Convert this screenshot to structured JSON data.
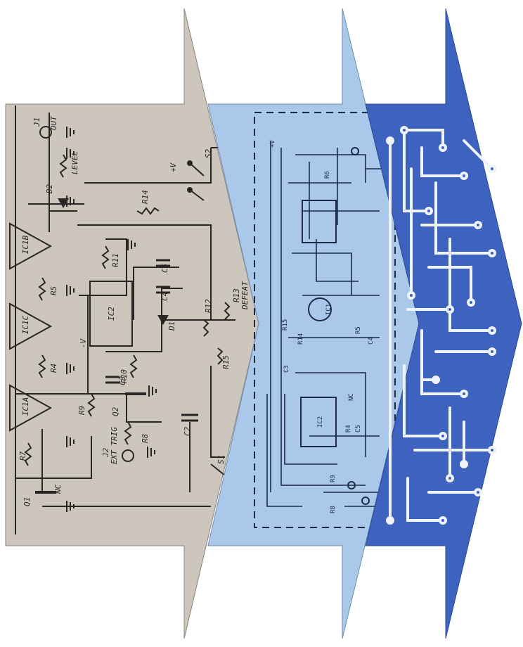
{
  "colors": {
    "paper": "#ffffff",
    "schematic_bg": "#cdc6bc",
    "schematic_ink": "#2a2626",
    "layout_bg": "#a9c8ea",
    "layout_ink": "#1d2b45",
    "pcb_bg": "#3d63bf",
    "pcb_trace": "#eef3ff"
  },
  "schematic": {
    "parts": {
      "ic1a": "IC1A",
      "ic1b": "IC1B",
      "ic1c": "IC1C",
      "ic2": "IC2",
      "d1": "D1",
      "d2": "D2",
      "r4": "R4",
      "r5": "R5",
      "r7": "R7",
      "r8": "R8",
      "r9": "R9",
      "r10": "R10",
      "r11": "R11",
      "r12": "R12",
      "r13": "R13",
      "r14": "R14",
      "r15": "R15",
      "c2": "C2",
      "c3": "C3",
      "c4": "C4",
      "c5": "C5",
      "q1": "Q1",
      "q2": "Q2",
      "s1": "S1",
      "s2": "S2",
      "j1": "J1",
      "j2": "J2",
      "level": "LEVEL",
      "out": "OUT",
      "ext_trig": "EXT TRIG",
      "defeat": "DEFEAT",
      "plus_v": "+V",
      "minus_v": "-V",
      "nc": "NC"
    }
  },
  "layout": {
    "parts": {
      "ic2": "IC2",
      "ic1": "IC1",
      "r9": "R9",
      "r4": "R4",
      "r5": "R5",
      "r6": "R6",
      "r8": "R8",
      "c4": "C4",
      "c5": "C5",
      "c3": "C3",
      "nc": "NC",
      "r14": "R14",
      "r15": "R15",
      "plus_v": "+V"
    }
  }
}
